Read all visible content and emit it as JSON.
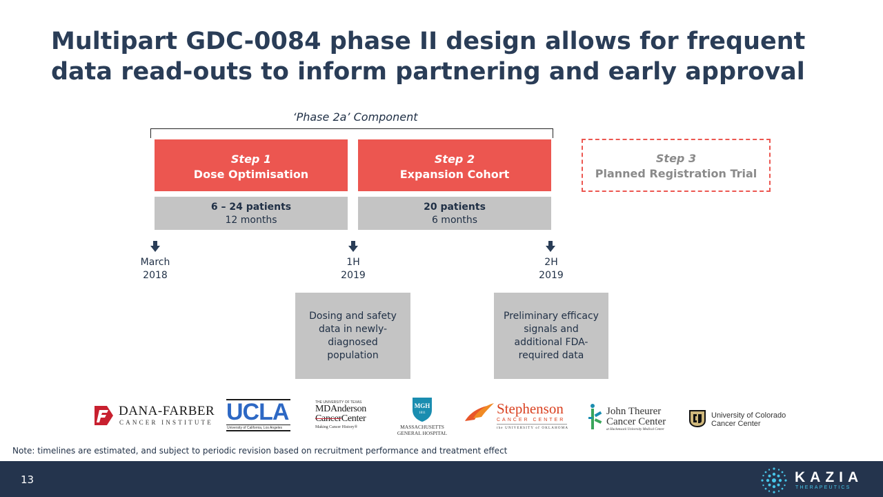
{
  "title": "Multipart GDC-0084 phase II design allows for frequent data read-outs to inform partnering and early approval",
  "phase_label": "‘Phase 2a’ Component",
  "steps": [
    {
      "num": "Step 1",
      "name": "Dose Optimisation",
      "patients": "6 – 24 patients",
      "duration": "12 months"
    },
    {
      "num": "Step 2",
      "name": "Expansion Cohort",
      "patients": "20 patients",
      "duration": "6 months"
    },
    {
      "num": "Step 3",
      "name": "Planned Registration Trial"
    }
  ],
  "milestones": [
    {
      "line1": "March",
      "line2": "2018"
    },
    {
      "line1": "1H",
      "line2": "2019"
    },
    {
      "line1": "2H",
      "line2": "2019"
    }
  ],
  "readouts": [
    "Dosing and safety data in newly-diagnosed population",
    "Preliminary efficacy signals and additional FDA-required data"
  ],
  "logos": {
    "dana_farber": {
      "name": "DANA-FARBER",
      "sub": "CANCER INSTITUTE"
    },
    "ucla": {
      "name": "UCLA",
      "sub": "University of California, Los Angeles"
    },
    "md_anderson": {
      "top": "THE UNIVERSITY OF TEXAS",
      "name1": "MDAnderson",
      "name2a": "Cancer",
      "name2b": "Center",
      "tagline": "Making Cancer History®"
    },
    "mgh": {
      "badge": "MGH",
      "year": "1811",
      "name1": "MASSACHUSETTS",
      "name2": "GENERAL HOSPITAL"
    },
    "stephenson": {
      "name": "Stephenson",
      "sub": "CANCER CENTER",
      "sub2": "the UNIVERSITY of OKLAHOMA"
    },
    "theurer": {
      "name1": "John Theurer",
      "name2": "Cancer Center",
      "sub": "at Hackensack University Medical Center"
    },
    "colorado": {
      "name1": "University of Colorado",
      "name2": "Cancer Center"
    }
  },
  "note": "Note: timelines are estimated, and subject to periodic revision based on recruitment performance and treatment effect",
  "page_number": "13",
  "brand": {
    "name": "KAZIA",
    "sub": "THERAPEUTICS"
  },
  "colors": {
    "accent_red": "#ec5650",
    "navy": "#24344d",
    "grey_box": "#c4c4c4",
    "kazia_cyan": "#47c5e8"
  }
}
